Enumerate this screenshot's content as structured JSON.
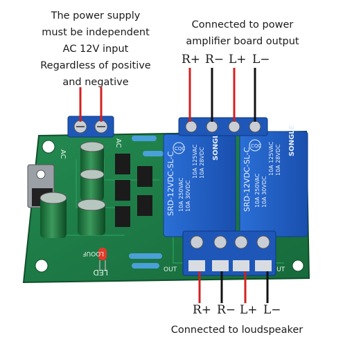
{
  "input_caption": {
    "lines": [
      "The power supply",
      "must be independent",
      "AC 12V input",
      "Regardless of positive",
      "and negative"
    ]
  },
  "amplifier_caption": {
    "lines": [
      "Connected to power",
      "amplifier board output"
    ]
  },
  "speaker_caption": "Connected to loudspeaker",
  "top_terminals": [
    "R+",
    "R−",
    "L+",
    "L−"
  ],
  "bottom_terminals": [
    "R+",
    "R−",
    "L+",
    "L−"
  ],
  "board": {
    "silkscreen": {
      "ac_left": "AC",
      "ac_right": "AC",
      "led": "LED",
      "part": "LOOUF",
      "out_left": "OUT",
      "out_right": "OUT"
    },
    "relays": [
      {
        "model": "SRD-12VDC-SL-C",
        "brand": "SONGLE",
        "ratings": [
          "10A 250VAC",
          "10A 30VDC",
          "10A 125VAC",
          "10A 28VDC"
        ],
        "cert": "CQC"
      },
      {
        "model": "SRD-12VDC-SL-C",
        "brand": "SONGLE",
        "ratings": [
          "10A 250VAC",
          "10A 30VDC",
          "10A 125VAC",
          "10A 28VDC"
        ],
        "cert": "CQC"
      }
    ]
  },
  "colors": {
    "pcb": "#1c7a45",
    "terminal_block": "#1e57b8",
    "relay": "#1f5fc8",
    "red_wire": "#d42020",
    "black_wire": "#111111"
  }
}
